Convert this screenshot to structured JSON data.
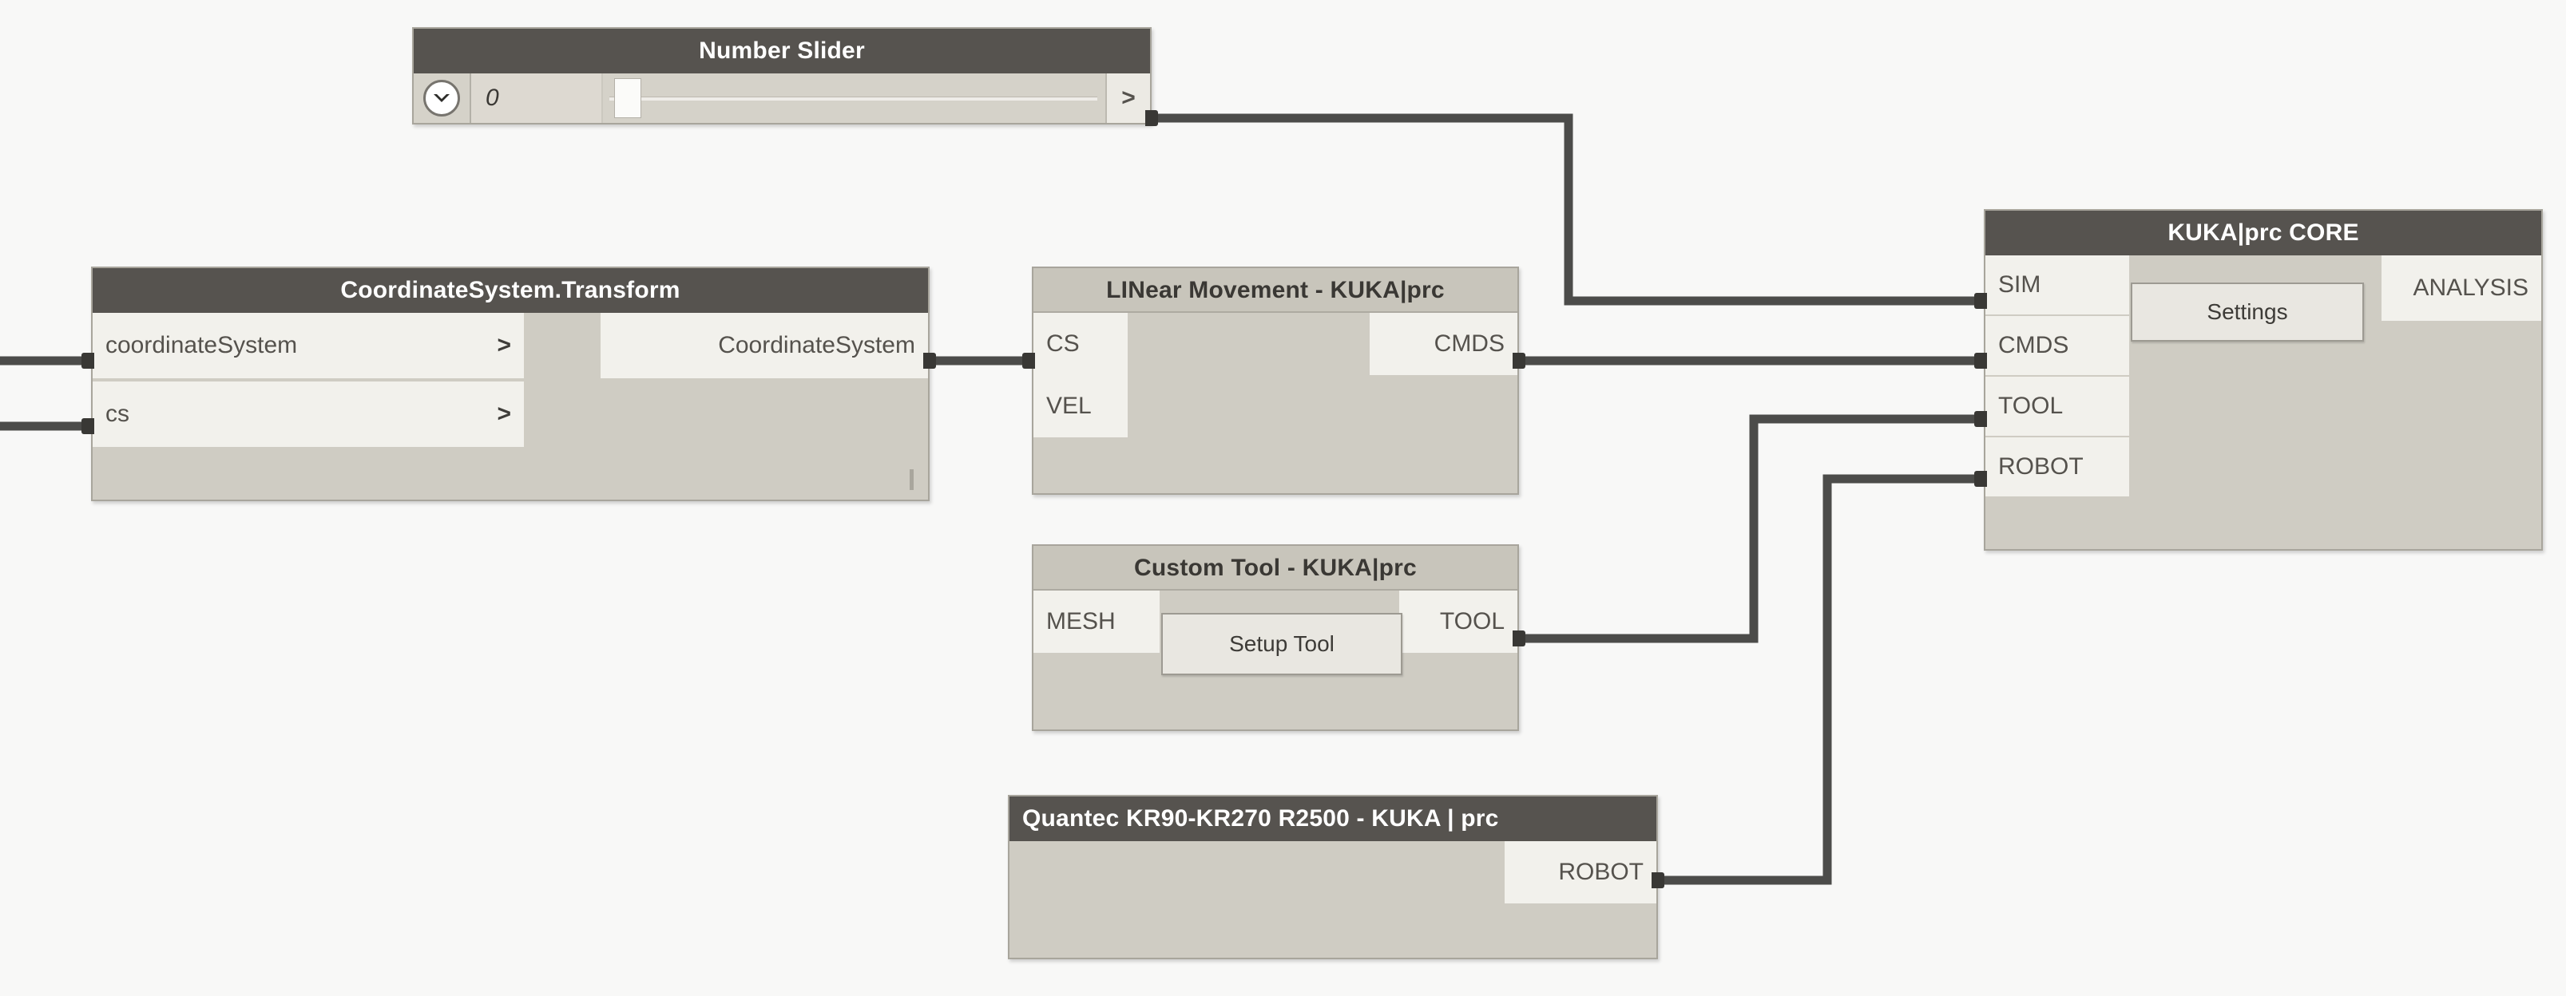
{
  "canvas": {
    "background_color": "#f8f8f7",
    "wire_color": "#4c4c4a",
    "header_dark_color": "#56534f",
    "header_light_color": "#c8c5bb",
    "node_body_color": "#cfccc3",
    "port_color": "#f2f1ec"
  },
  "nodes": {
    "number_slider": {
      "title": "Number Slider",
      "value": "0",
      "output_port": ">",
      "chevron_icon": "chevron-down-icon"
    },
    "coordinate_system_transform": {
      "title": "CoordinateSystem.Transform",
      "inputs": [
        {
          "label": "coordinateSystem",
          "chevron": ">"
        },
        {
          "label": "cs",
          "chevron": ">"
        }
      ],
      "outputs": [
        {
          "label": "CoordinateSystem"
        }
      ]
    },
    "linear_movement": {
      "title": "LINear Movement - KUKA|prc",
      "inputs": [
        {
          "label": "CS"
        },
        {
          "label": "VEL"
        }
      ],
      "outputs": [
        {
          "label": "CMDS"
        }
      ]
    },
    "custom_tool": {
      "title": "Custom Tool - KUKA|prc",
      "inputs": [
        {
          "label": "MESH"
        }
      ],
      "outputs": [
        {
          "label": "TOOL"
        }
      ],
      "button": "Setup Tool"
    },
    "robot": {
      "title": "Quantec KR90-KR270 R2500 - KUKA | prc",
      "inputs": [],
      "outputs": [
        {
          "label": "ROBOT"
        }
      ]
    },
    "kuka_prc_core": {
      "title": "KUKA|prc CORE",
      "inputs": [
        {
          "label": "SIM"
        },
        {
          "label": "CMDS"
        },
        {
          "label": "TOOL"
        },
        {
          "label": "ROBOT"
        }
      ],
      "outputs": [
        {
          "label": "ANALYSIS"
        }
      ],
      "button": "Settings"
    }
  },
  "connections": [
    {
      "from": "number-slider.output",
      "to": "kuka-prc-core.SIM"
    },
    {
      "from": "coordinate-system-transform.CoordinateSystem",
      "to": "linear-movement.CS"
    },
    {
      "from": "linear-movement.CMDS",
      "to": "kuka-prc-core.CMDS"
    },
    {
      "from": "custom-tool.TOOL",
      "to": "kuka-prc-core.TOOL"
    },
    {
      "from": "robot.ROBOT",
      "to": "kuka-prc-core.ROBOT"
    },
    {
      "from": "offscreen-left",
      "to": "coordinate-system-transform.coordinateSystem"
    },
    {
      "from": "offscreen-left",
      "to": "coordinate-system-transform.cs"
    }
  ]
}
